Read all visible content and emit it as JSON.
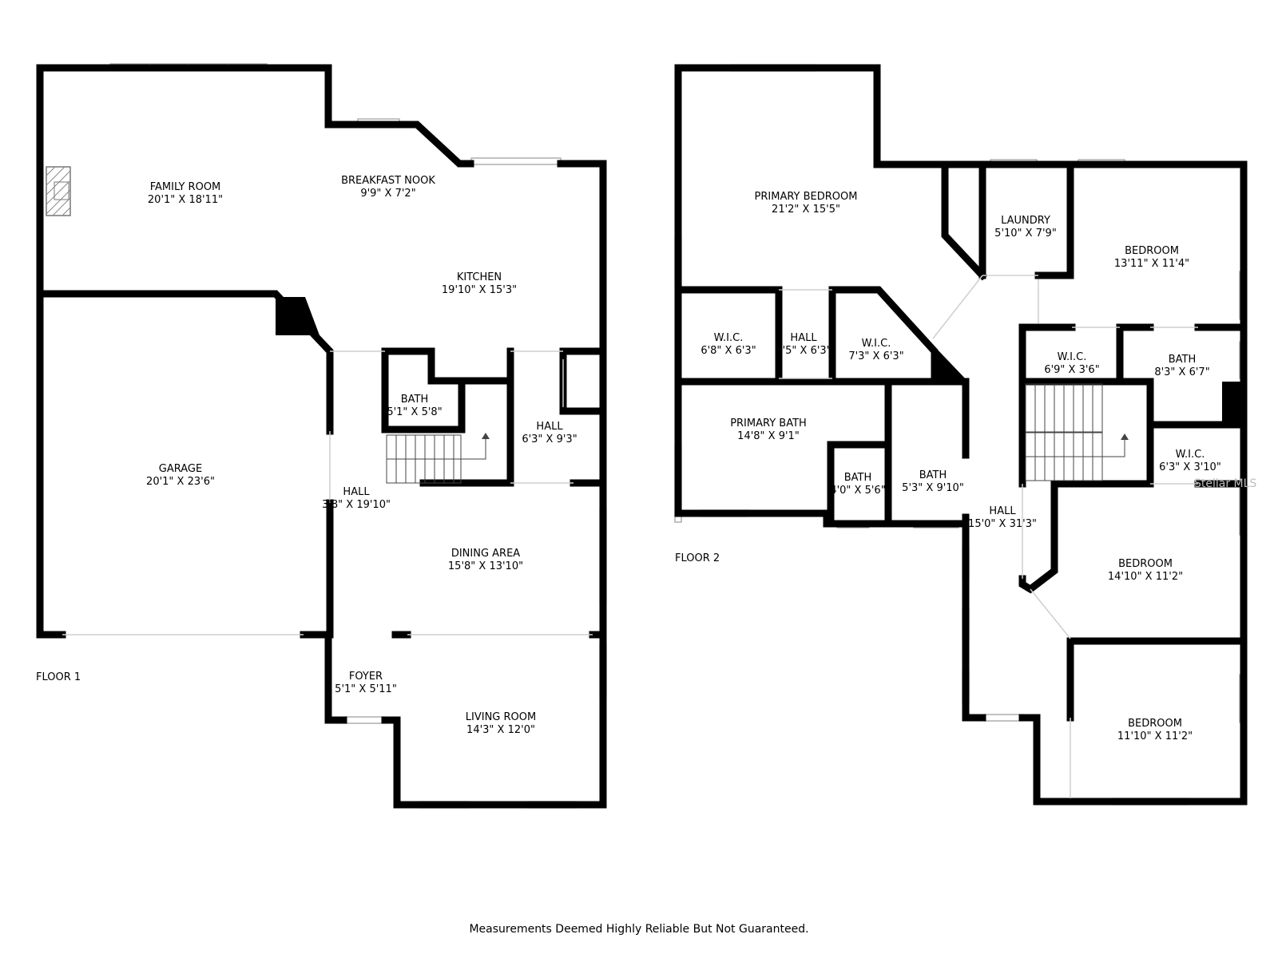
{
  "floor1": {
    "label": "FLOOR 1",
    "rooms": [
      {
        "name": "FAMILY ROOM",
        "dims": "20'1\" X 18'11\""
      },
      {
        "name": "BREAKFAST NOOK",
        "dims": "9'9\" X 7'2\""
      },
      {
        "name": "KITCHEN",
        "dims": "19'10\" X 15'3\""
      },
      {
        "name": "GARAGE",
        "dims": "20'1\" X 23'6\""
      },
      {
        "name": "BATH",
        "dims": "5'1\" X 5'8\""
      },
      {
        "name": "HALL",
        "dims": "6'3\" X 9'3\""
      },
      {
        "name": "HALL",
        "dims": "3'8\" X 19'10\""
      },
      {
        "name": "DINING AREA",
        "dims": "15'8\" X 13'10\""
      },
      {
        "name": "FOYER",
        "dims": "5'1\" X 5'11\""
      },
      {
        "name": "LIVING ROOM",
        "dims": "14'3\" X 12'0\""
      }
    ]
  },
  "floor2": {
    "label": "FLOOR 2",
    "rooms": [
      {
        "name": "PRIMARY BEDROOM",
        "dims": "21'2\" X 15'5\""
      },
      {
        "name": "LAUNDRY",
        "dims": "5'10\" X 7'9\""
      },
      {
        "name": "BEDROOM",
        "dims": "13'11\" X 11'4\""
      },
      {
        "name": "W.I.C.",
        "dims": "6'8\" X 6'3\""
      },
      {
        "name": "HALL",
        "dims": "3'5\" X 6'3\""
      },
      {
        "name": "W.I.C.",
        "dims": "7'3\" X 6'3\""
      },
      {
        "name": "W.I.C.",
        "dims": "6'9\" X 3'6\""
      },
      {
        "name": "BATH",
        "dims": "8'3\" X 6'7\""
      },
      {
        "name": "PRIMARY BATH",
        "dims": "14'8\" X 9'1\""
      },
      {
        "name": "BATH",
        "dims": "4'0\" X 5'6\""
      },
      {
        "name": "BATH",
        "dims": "5'3\" X 9'10\""
      },
      {
        "name": "W.I.C.",
        "dims": "6'3\" X 3'10\""
      },
      {
        "name": "HALL",
        "dims": "15'0\" X 31'3\""
      },
      {
        "name": "BEDROOM",
        "dims": "14'10\" X 11'2\""
      },
      {
        "name": "BEDROOM",
        "dims": "11'10\" X 11'2\""
      }
    ]
  },
  "footer": "Measurements Deemed Highly Reliable But Not Guaranteed.",
  "watermark": "Stellar MLS"
}
